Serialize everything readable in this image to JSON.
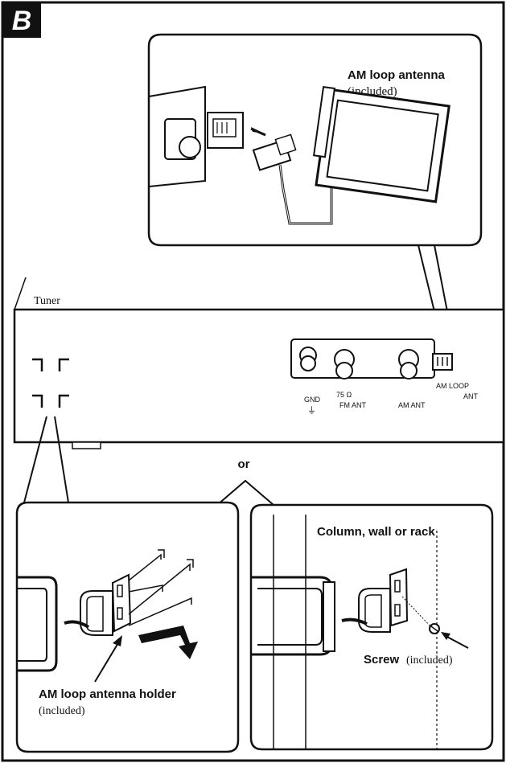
{
  "figure": {
    "section_letter": "B",
    "connector_word": "or",
    "tuner_label": "Tuner"
  },
  "top_panel": {
    "title": "AM loop antenna",
    "subtitle": "(included)"
  },
  "rear_panel": {
    "terminals": {
      "gnd": "GND",
      "gnd_symbol": "⏚",
      "fm_ohm": "75 Ω",
      "fm_ant": "FM  ANT",
      "am_ant": "AM  ANT",
      "am_loop_1": "AM  LOOP",
      "am_loop_2": "ANT"
    }
  },
  "left_panel": {
    "title": "AM loop antenna holder",
    "subtitle": "(included)"
  },
  "right_panel": {
    "title": "Column, wall or rack",
    "screw_label": "Screw",
    "screw_sub": "(included)"
  },
  "colors": {
    "line": "#111111",
    "background": "#ffffff",
    "badge": "#111111"
  }
}
